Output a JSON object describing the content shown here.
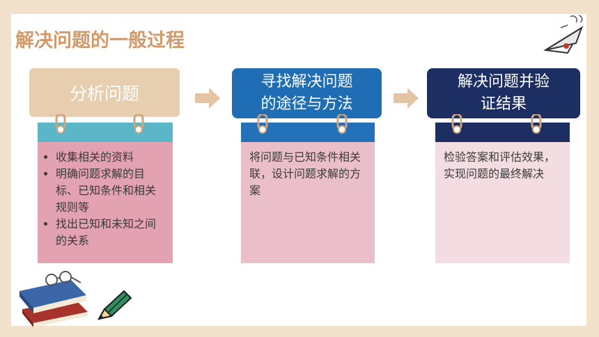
{
  "title": "解决问题的一般过程",
  "steps": [
    {
      "heading": "分析问题",
      "bullets": [
        "收集相关的资料",
        "明确问题求解的目标、已知条件和相关规则等",
        "找出已知和未知之间的关系"
      ],
      "header_color": "#e6ceae",
      "strip_color": "#5bb6c7",
      "body_color": "#e3a2b2"
    },
    {
      "heading_line1": "寻找解决问题",
      "heading_line2": "的途径与方法",
      "text": "将问题与已知条件相关联，设计问题求解的方案",
      "header_color": "#1f6eb5",
      "strip_color": "#2372b9",
      "body_color": "#ebbfca"
    },
    {
      "heading_line1": "解决问题并验",
      "heading_line2": "证结果",
      "text": "检验答案和评估效果，实现问题的最终解决",
      "header_color": "#1d2e62",
      "strip_color": "#1d2e62",
      "body_color": "#f3dde2"
    }
  ],
  "arrow_color": "#e5c4a3",
  "icons": {
    "books": "books-with-glasses-icon",
    "pencil": "pencil-icon",
    "plane": "paper-plane-icon"
  }
}
